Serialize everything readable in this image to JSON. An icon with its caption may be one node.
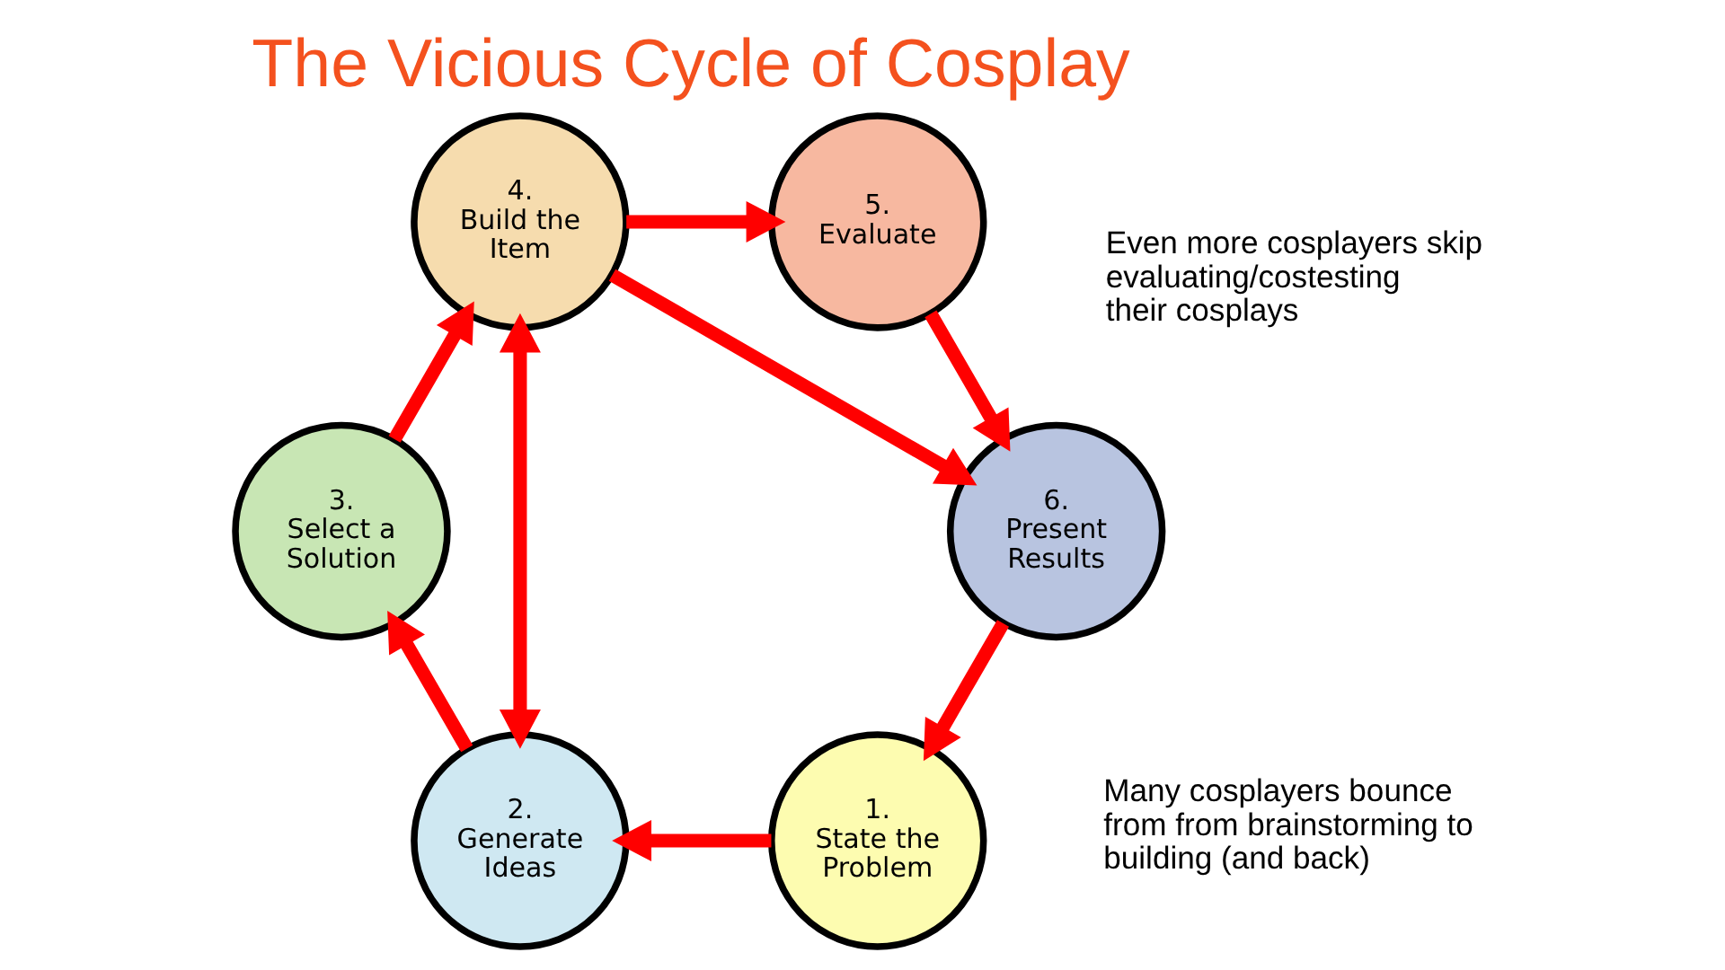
{
  "diagram": {
    "title": "The Vicious Cycle of Cosplay",
    "nodes": [
      {
        "text": [
          "1.",
          "State the Problem"
        ]
      },
      {
        "text": [
          "2.",
          "Generate Ideas"
        ]
      },
      {
        "text": [
          "3.",
          "Select a Solution"
        ]
      },
      {
        "text": [
          "4.",
          "Build the Item"
        ]
      },
      {
        "text": [
          "5.",
          "Evaluate"
        ]
      },
      {
        "text": [
          "6.",
          "Present Results"
        ]
      }
    ],
    "edges": [
      {
        "from": 0,
        "to": 1,
        "arrow": "to"
      },
      {
        "from": 1,
        "to": 2,
        "arrow": "to"
      },
      {
        "from": 2,
        "to": 3,
        "arrow": "to"
      },
      {
        "from": 3,
        "to": 4,
        "arrow": "to"
      },
      {
        "from": 4,
        "to": 5,
        "arrow": "to"
      },
      {
        "from": 5,
        "to": 0,
        "arrow": "to"
      },
      {
        "from": 3,
        "to": 5,
        "arrow": "to"
      },
      {
        "from": 1,
        "to": 3,
        "arrow": "both"
      }
    ],
    "labels": [
      "Many cosplayers bounce from from brainstorming to building (and back)",
      "Even more cosplayers skip evaluating/costesting their cosplays"
    ]
  }
}
